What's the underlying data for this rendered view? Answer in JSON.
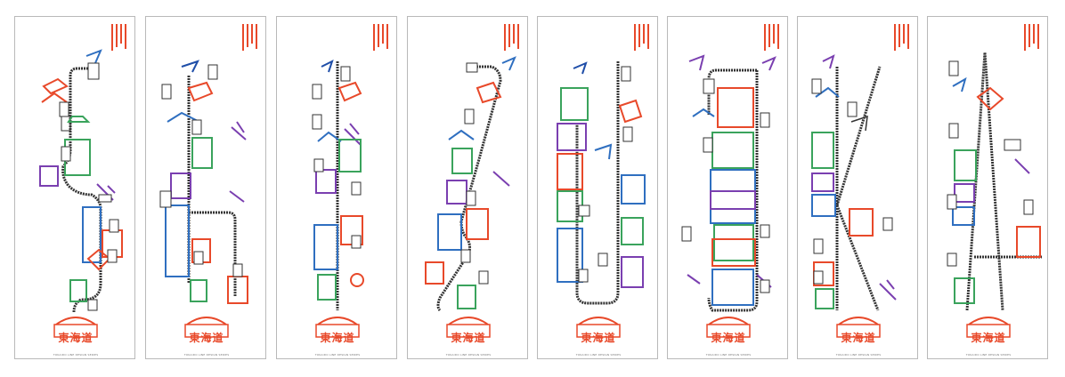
{
  "panels": [
    {
      "logo": "東海道",
      "credit": "TOKAIDO LINE DESIGN SERIES"
    },
    {
      "logo": "東海道",
      "credit": "TOKAIDO LINE DESIGN SERIES"
    },
    {
      "logo": "東海道",
      "credit": "TOKAIDO LINE DESIGN SERIES"
    },
    {
      "logo": "東海道",
      "credit": "TOKAIDO LINE DESIGN SERIES"
    },
    {
      "logo": "東海道",
      "credit": "TOKAIDO LINE DESIGN SERIES"
    },
    {
      "logo": "東海道",
      "credit": "TOKAIDO LINE DESIGN SERIES"
    },
    {
      "logo": "東海道",
      "credit": "TOKAIDO LINE DESIGN SERIES"
    },
    {
      "logo": "東海道",
      "credit": "TOKAIDO LINE DESIGN SERIES"
    }
  ],
  "colors": {
    "red": "#e8492a",
    "green": "#3aa35c",
    "blue": "#2f6fc0",
    "purple": "#7a3fb0",
    "navy": "#1f4ea8",
    "track": "#333333"
  }
}
